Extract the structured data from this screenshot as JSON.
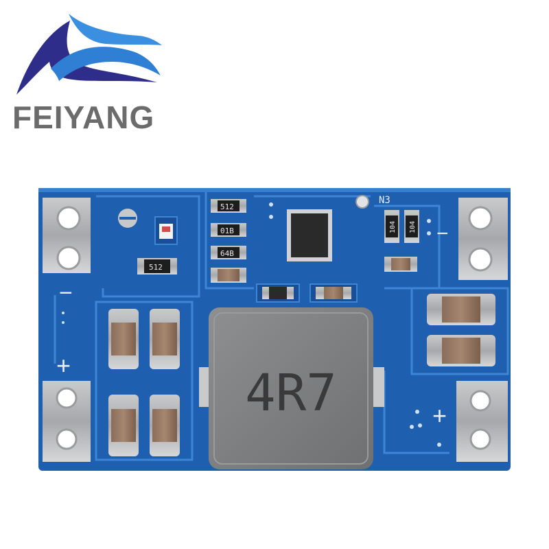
{
  "brand": {
    "name": "FEIYANG",
    "text_color": "#6b6b6b",
    "logo_colors": [
      "#2e2e8a",
      "#2f7fd4"
    ]
  },
  "board": {
    "pcb_color": "#1f5fb0",
    "inductor_marking": "4R7",
    "silkscreen": {
      "minus_left": "−",
      "plus_left": "+",
      "minus_right": "−",
      "plus_right": "+",
      "ref_top_right": "N3"
    },
    "resistors": [
      {
        "id": "r1",
        "marking": "512"
      },
      {
        "id": "r2",
        "marking": "01B"
      },
      {
        "id": "r3",
        "marking": "64B"
      },
      {
        "id": "r4",
        "marking": "512"
      },
      {
        "id": "r5",
        "marking": "104"
      },
      {
        "id": "r6",
        "marking": "104"
      }
    ]
  }
}
